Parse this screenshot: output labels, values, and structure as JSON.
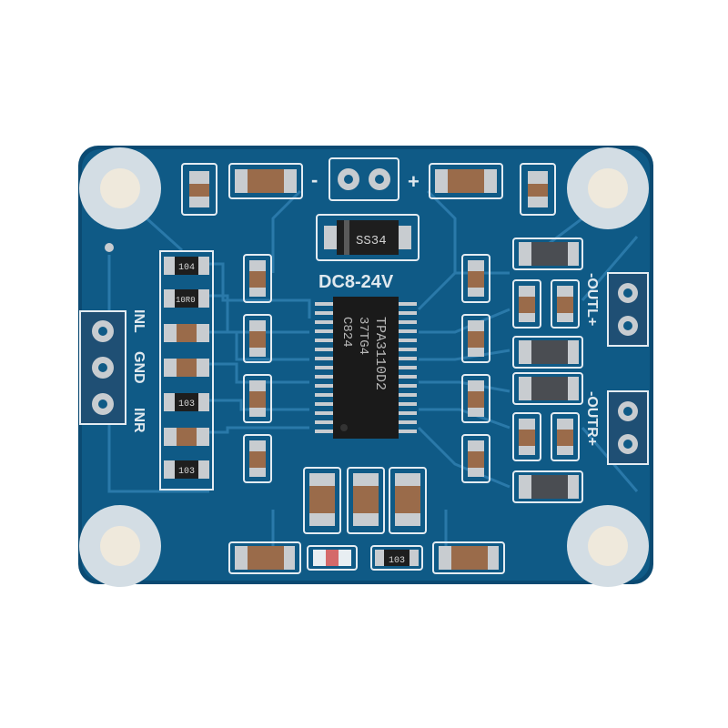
{
  "colors": {
    "background": "#ffffff",
    "board": "#0f5a86",
    "board_edge": "#0b4a72",
    "trace": "#2f7fb0",
    "pad": "#c8ccd0",
    "hole": "#efe9dc",
    "silkscreen": "#e4ecf2",
    "cap_body": "#9a6b4a",
    "res_body": "#1e1e1e",
    "chip": "#1a1a1a"
  },
  "silkscreen": {
    "minus": "-",
    "plus": "+",
    "power_rating": "DC8-24V",
    "inl": "INL",
    "gnd": "GND",
    "inr": "INR",
    "outl": "-OUTL+",
    "outr": "-OUTR+"
  },
  "components": {
    "diode": "SS34",
    "chip_line1": "TPA3110D2",
    "chip_line2": "37TG4",
    "chip_line3": "C824",
    "res_104": "104",
    "res_10r0": "10R0",
    "res_103a": "103",
    "res_103b": "103",
    "res_103c": "103"
  }
}
